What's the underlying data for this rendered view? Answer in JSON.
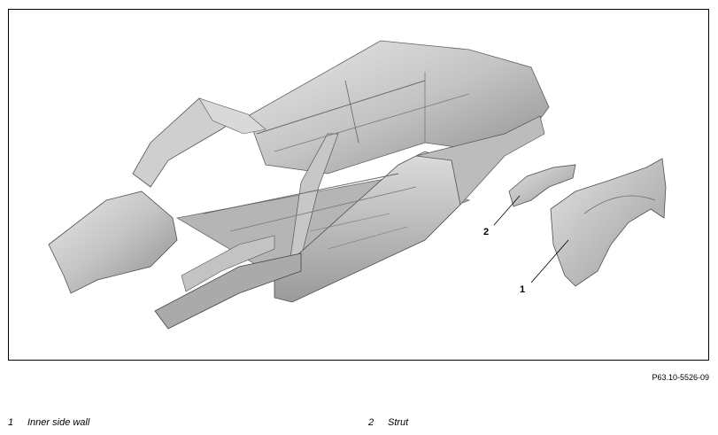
{
  "figure": {
    "id": "P63.10-5526-09",
    "callouts": [
      {
        "number": "1"
      },
      {
        "number": "2"
      }
    ]
  },
  "legend": [
    {
      "number": "1",
      "label": "Inner side wall"
    },
    {
      "number": "2",
      "label": "Strut"
    }
  ],
  "colors": {
    "metal_light": "#e4e4e4",
    "metal_mid": "#b8b8b8",
    "metal_dark": "#7a7a7a",
    "line": "#000000"
  }
}
